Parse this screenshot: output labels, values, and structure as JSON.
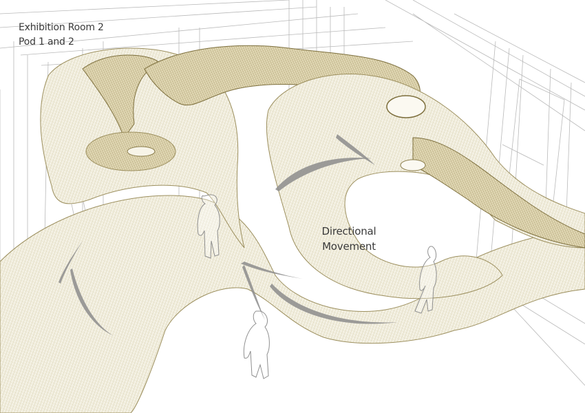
{
  "labels": {
    "title_line1": "Exhibition Room 2",
    "title_line2": "Pod 1 and 2",
    "center_line1": "Directional",
    "center_line2": "Movement"
  },
  "drawing": {
    "type": "architectural-wireframe-perspective",
    "subject": "Two ribbon-like sculptural pods in an exhibition room",
    "elements": {
      "pods": 2,
      "direction_arrows": 6,
      "human_figures": 3
    },
    "colors": {
      "background": "#ffffff",
      "ribbon_mesh": "#9c8f5e",
      "ribbon_mesh_dark": "#7d6f3d",
      "room_wireframe": "#b9b9b9",
      "arrows": "#8c8c8c",
      "text": "#3a3a3a"
    }
  }
}
